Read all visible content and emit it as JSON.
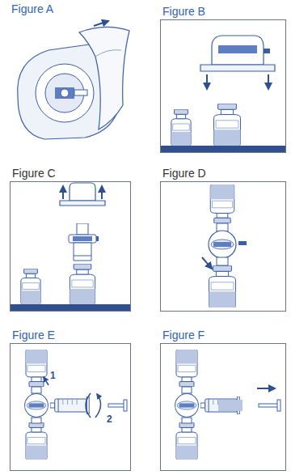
{
  "diagram": {
    "nodes": [
      {
        "text": [
          "Figure A"
        ]
      },
      {
        "text": [
          "Figure B"
        ]
      },
      {
        "text": [
          "Figure C"
        ]
      },
      {
        "text": [
          "Figure D"
        ]
      },
      {
        "text": [
          "Figure E"
        ]
      },
      {
        "text": [
          "Figure F"
        ]
      }
    ],
    "labels": [
      "1",
      "2"
    ]
  }
}
